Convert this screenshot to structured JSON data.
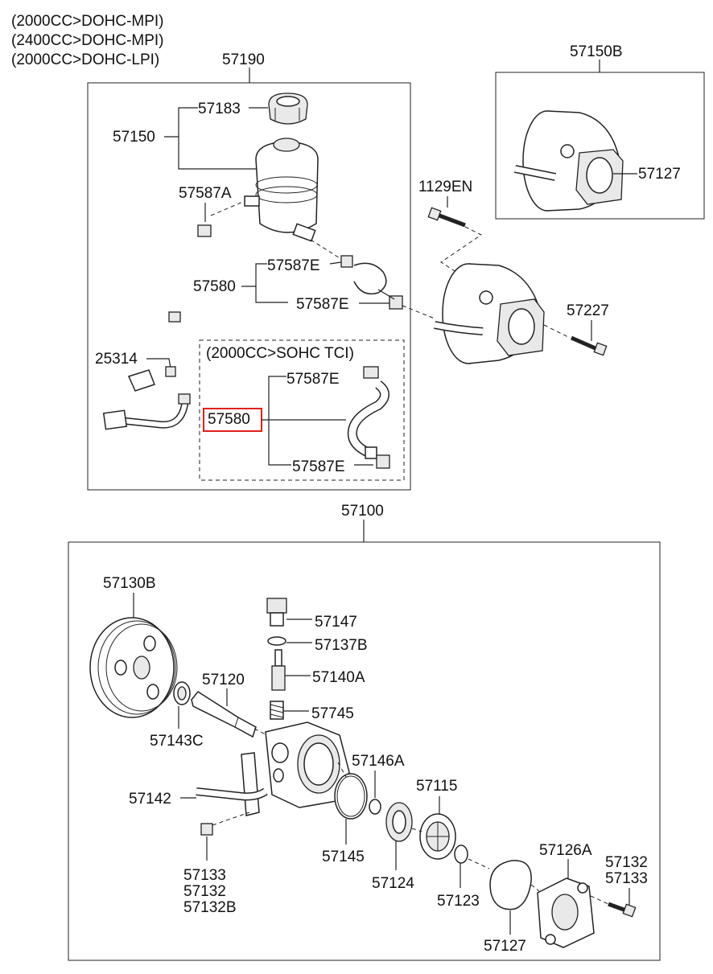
{
  "engine_notes": [
    "(2000CC>DOHC-MPI)",
    "(2400CC>DOHC-MPI)",
    "(2000CC>DOHC-LPI)"
  ],
  "sub_box_title": "(2000CC>SOHC TCI)",
  "highlight_color": "#e0201c",
  "labels": {
    "l57190": "57190",
    "l57183": "57183",
    "l57150": "57150",
    "l57587A": "57587A",
    "l57587E_1": "57587E",
    "l57580_1": "57580",
    "l57587E_2": "57587E",
    "l25314": "25314",
    "l57587E_3": "57587E",
    "l57580_2": "57580",
    "l57587E_4": "57587E",
    "l57150B": "57150B",
    "l57127_top": "57127",
    "l1129EN": "1129EN",
    "l57227": "57227",
    "l57100": "57100",
    "l57130B": "57130B",
    "l57147": "57147",
    "l57137B": "57137B",
    "l57120": "57120",
    "l57140A": "57140A",
    "l57745": "57745",
    "l57143C": "57143C",
    "l57146A": "57146A",
    "l57115": "57115",
    "l57142": "57142",
    "l57145": "57145",
    "l57124": "57124",
    "l57123": "57123",
    "l57126A": "57126A",
    "l57132_r": "57132",
    "l57133_r": "57133",
    "l57127_bot": "57127",
    "l57133_l": "57133",
    "l57132_l": "57132",
    "l57132B": "57132B"
  }
}
